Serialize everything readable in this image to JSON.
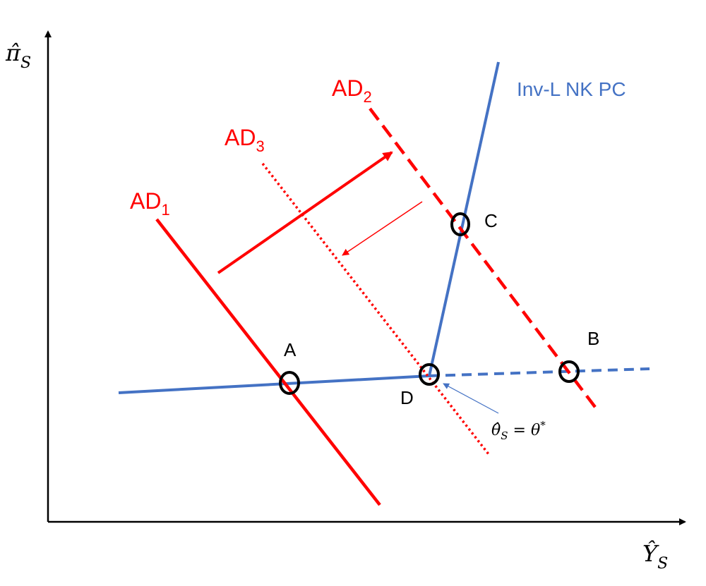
{
  "axes": {
    "y_label": {
      "base": "π̂",
      "sub": "S"
    },
    "x_label": {
      "base": "Ŷ",
      "sub": "S"
    }
  },
  "curves": {
    "ad1": {
      "base": "AD",
      "sub": "1",
      "color": "#ff0000",
      "style": "solid"
    },
    "ad2": {
      "base": "AD",
      "sub": "2",
      "color": "#ff0000",
      "style": "dashed"
    },
    "ad3": {
      "base": "AD",
      "sub": "3",
      "color": "#ff0000",
      "style": "dotted"
    },
    "pc": {
      "label": "Inv-L NK PC",
      "color": "#4472c4"
    }
  },
  "points": {
    "a": "A",
    "b": "B",
    "c": "C",
    "d": "D"
  },
  "annotation": {
    "lhs": "θ̂",
    "lhs_sub": "S",
    "eq": " = θ",
    "rhs_sup": "*"
  }
}
